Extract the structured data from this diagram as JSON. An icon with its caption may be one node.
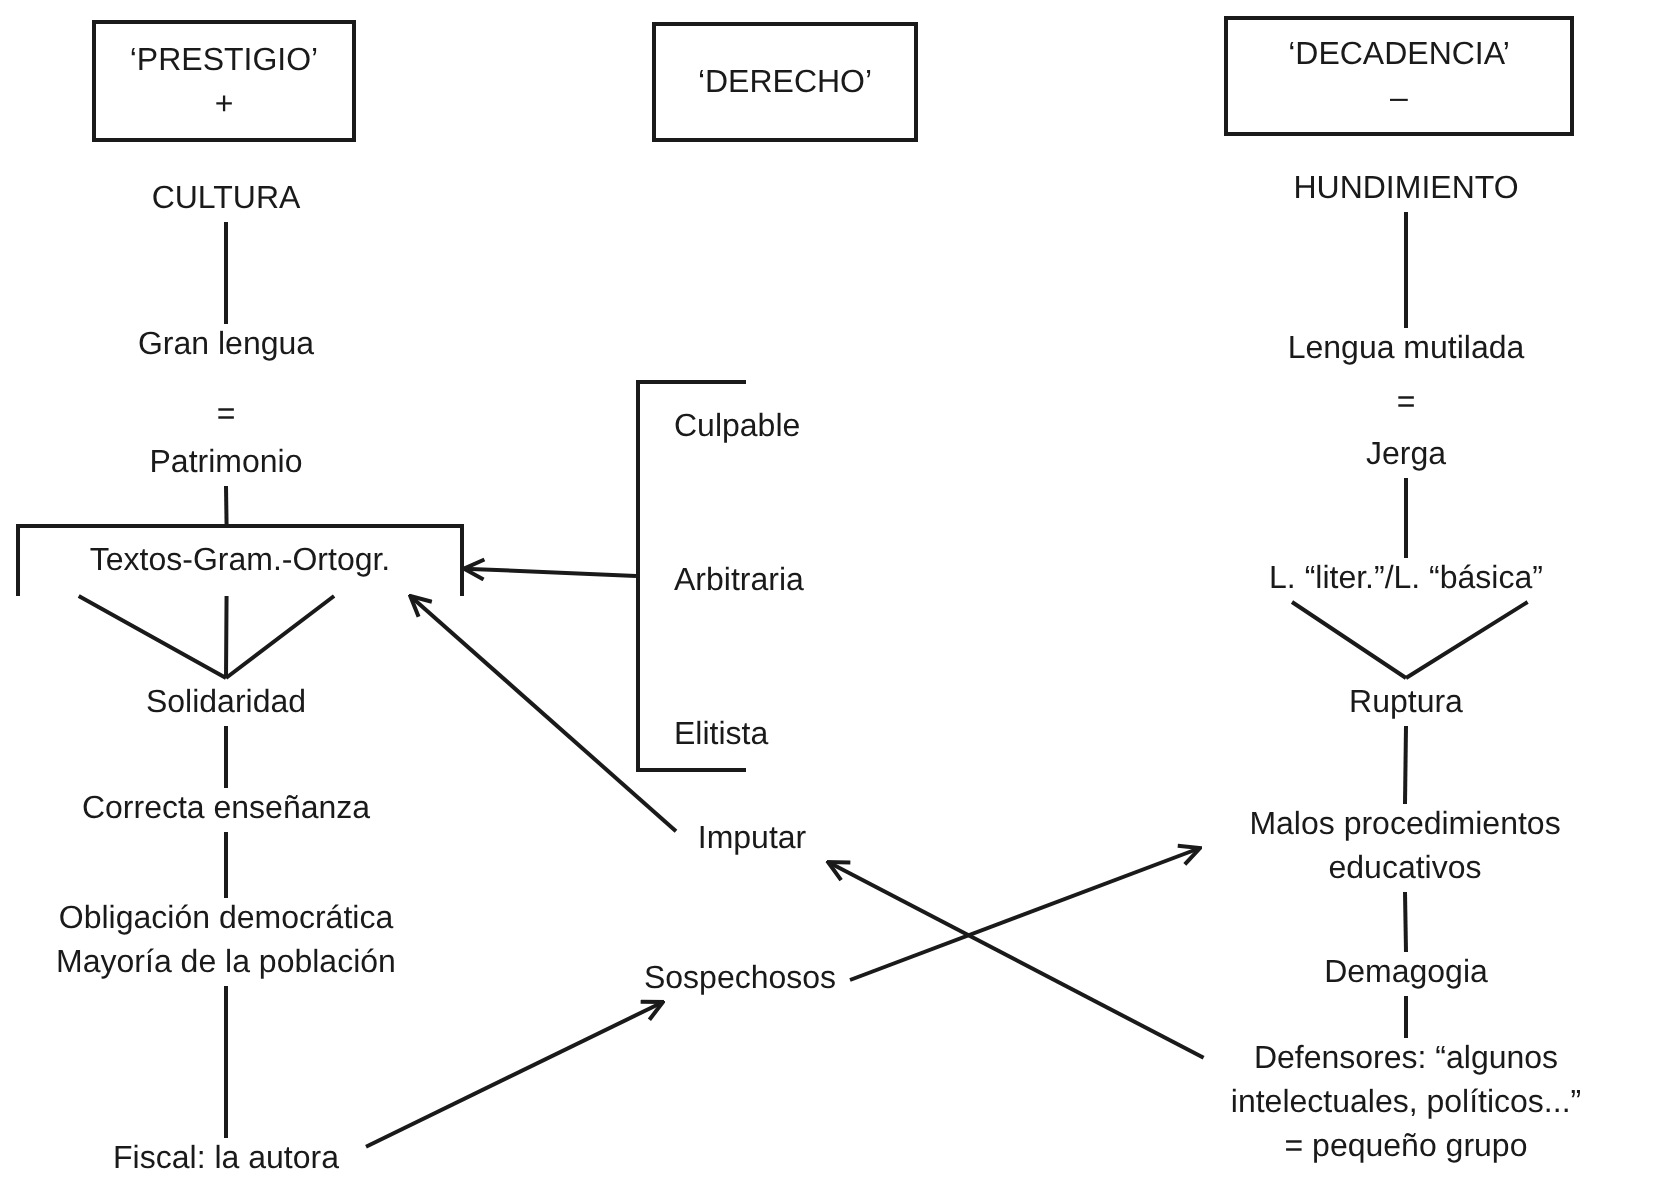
{
  "diagram": {
    "nodes": [
      {
        "text": [
          "‘PRESTIGIO’",
          "+"
        ]
      },
      {
        "text": [
          "‘DERECHO’"
        ]
      },
      {
        "text": [
          "‘DECADENCIA’",
          "–"
        ]
      },
      {
        "text": [
          "CULTURA"
        ]
      },
      {
        "text": [
          "HUNDIMIENTO"
        ]
      },
      {
        "text": [
          "Gran lengua"
        ]
      },
      {
        "text": [
          "Lengua mutilada"
        ]
      },
      {
        "text": [
          "Culpable",
          "Arbitraria",
          "Elitista"
        ]
      },
      {
        "text": [
          "Patrimonio"
        ]
      },
      {
        "text": [
          "Jerga"
        ]
      },
      {
        "text": [
          "Textos-Gram.-Ortogr."
        ]
      },
      {
        "text": [
          "L. “liter.”/L. “básica”"
        ]
      },
      {
        "text": [
          "Solidaridad"
        ]
      },
      {
        "text": [
          "Ruptura"
        ]
      },
      {
        "text": [
          "Correcta enseñanza"
        ]
      },
      {
        "text": [
          "Imputar"
        ]
      },
      {
        "text": [
          "Malos procedimientos educativos"
        ]
      },
      {
        "text": [
          "Obligación democrática",
          "Mayoría de la población"
        ]
      },
      {
        "text": [
          "Sospechosos"
        ]
      },
      {
        "text": [
          "Demagogia"
        ]
      },
      {
        "text": [
          "Fiscal: la autora"
        ]
      },
      {
        "text": [
          "Defensores: “algunos intelectuales, políticos...”",
          "= pequeño grupo"
        ]
      }
    ],
    "edges": [
      {
        "from": 3,
        "to": 5,
        "arrow": "none"
      },
      {
        "from": 4,
        "to": 6,
        "arrow": "none"
      },
      {
        "from": 8,
        "to": 10,
        "arrow": "none"
      },
      {
        "from": 9,
        "to": 11,
        "arrow": "none"
      },
      {
        "from": 7,
        "to": 10,
        "arrow": "to"
      },
      {
        "from": 10,
        "to": 12,
        "arrow": "none"
      },
      {
        "from": 11,
        "to": 13,
        "arrow": "none"
      },
      {
        "from": 15,
        "to": 10,
        "arrow": "to"
      },
      {
        "from": 12,
        "to": 14,
        "arrow": "none"
      },
      {
        "from": 13,
        "to": 16,
        "arrow": "none"
      },
      {
        "from": 14,
        "to": 17,
        "arrow": "none"
      },
      {
        "from": 16,
        "to": 19,
        "arrow": "none"
      },
      {
        "from": 19,
        "to": 21,
        "arrow": "none"
      },
      {
        "from": 17,
        "to": 20,
        "arrow": "none"
      },
      {
        "from": 20,
        "to": 18,
        "arrow": "to"
      },
      {
        "from": 18,
        "to": 16,
        "arrow": "to"
      },
      {
        "from": 21,
        "to": 15,
        "arrow": "to"
      }
    ],
    "labels": [
      "=",
      "="
    ]
  }
}
